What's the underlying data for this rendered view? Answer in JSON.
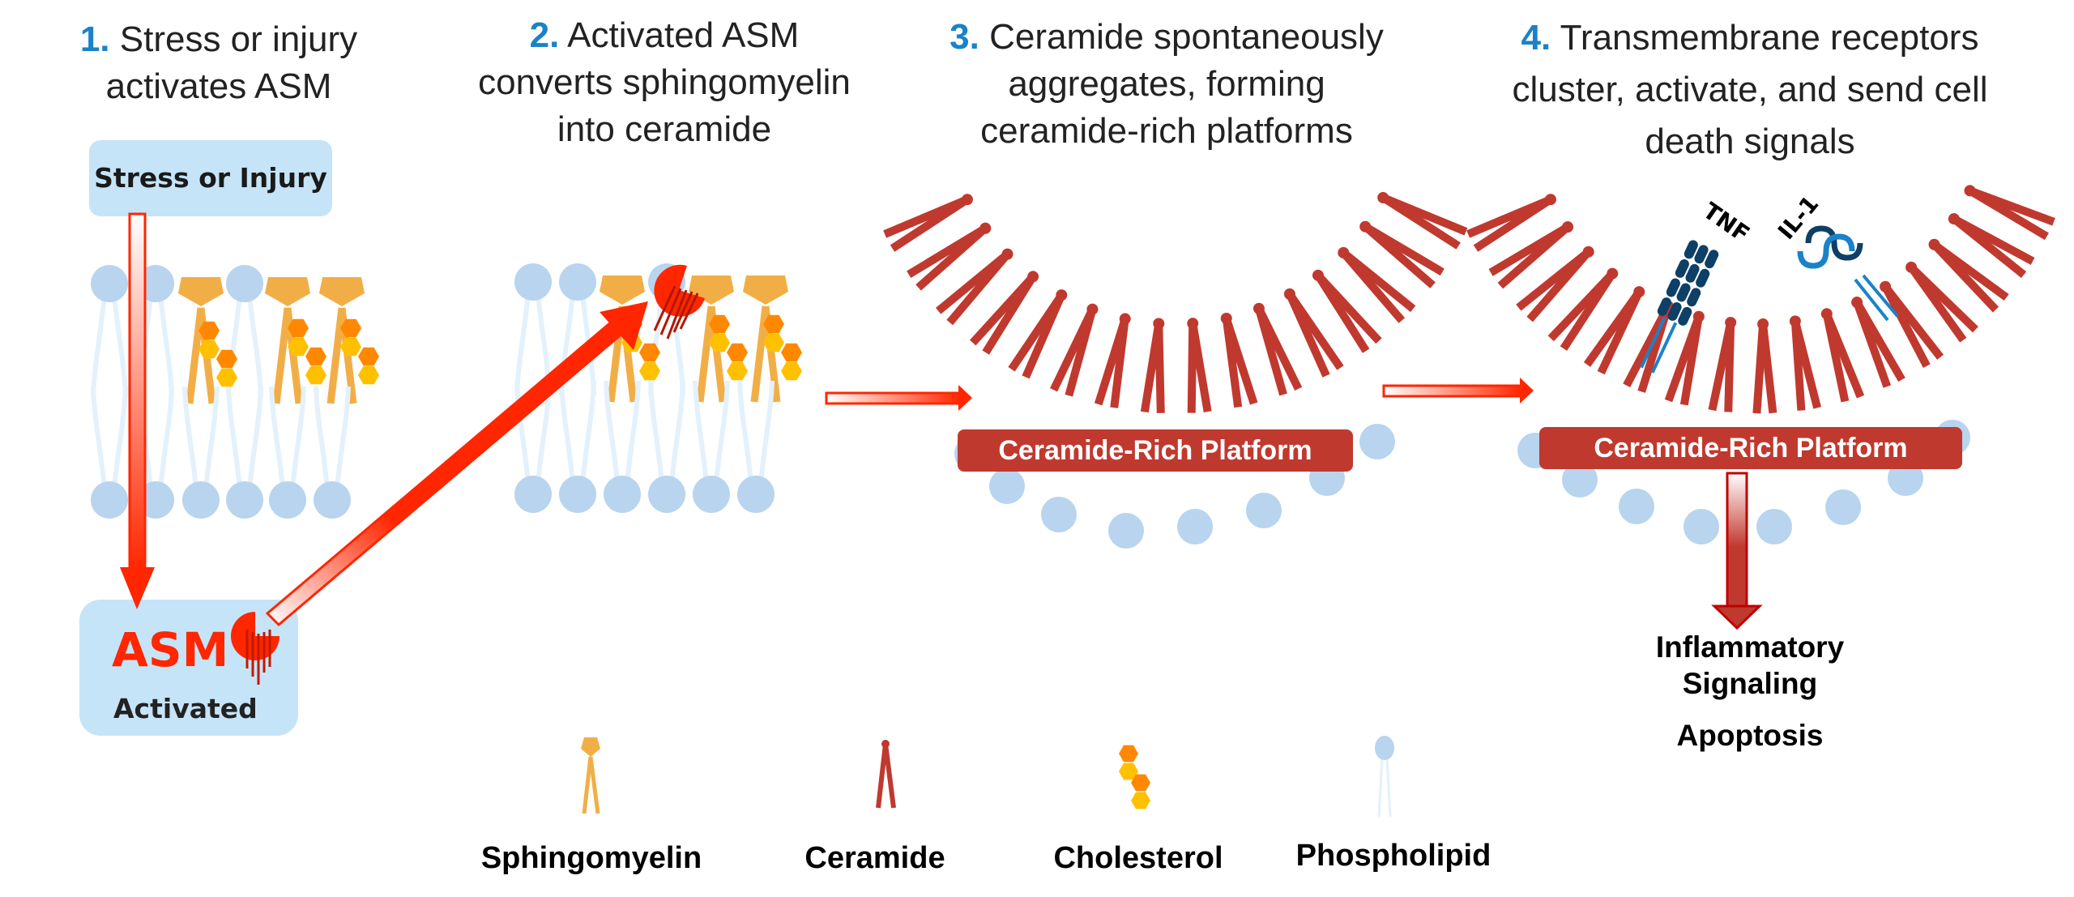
{
  "steps": [
    {
      "num": "1.",
      "text_lines": [
        "Stress or injury",
        "activates ASM"
      ]
    },
    {
      "num": "2.",
      "text_lines": [
        "Activated ASM",
        "converts sphingomyelin",
        "into ceramide"
      ]
    },
    {
      "num": "3.",
      "text_lines": [
        "Ceramide spontaneously",
        "aggregates, forming",
        "ceramide-rich platforms"
      ]
    },
    {
      "num": "4.",
      "text_lines": [
        "Transmembrane receptors",
        "cluster, activate, and send cell",
        "death signals"
      ]
    }
  ],
  "stress_box": {
    "label": "Stress or Injury"
  },
  "asm_box": {
    "title": "ASM",
    "subtitle": "Activated"
  },
  "platform_labels": [
    "Ceramide-Rich Platform",
    "Ceramide-Rich Platform"
  ],
  "receptors": [
    {
      "label": "TNF",
      "color": "#0e3f66"
    },
    {
      "label": "IL-1",
      "color": "#1a82c8"
    }
  ],
  "outcomes": {
    "line1": "Inflammatory",
    "line2": "Signaling",
    "line3": "Apoptosis"
  },
  "legend": [
    {
      "label": "Sphingomyelin",
      "icon": "sphingomyelin-icon"
    },
    {
      "label": "Ceramide",
      "icon": "ceramide-icon"
    },
    {
      "label": "Cholesterol",
      "icon": "cholesterol-icon"
    },
    {
      "label": "Phospholipid",
      "icon": "phospholipid-icon"
    }
  ],
  "colors": {
    "accent_number": "#1a82c8",
    "box_fill": "#c6e4f8",
    "phospholipid_head": "#b8d4ee",
    "phospholipid_tail": "#e3f1fc",
    "sphingomyelin": "#f2ae46",
    "ceramide": "#c0392f",
    "cholesterol_orange": "#ff8800",
    "cholesterol_yellow": "#ffc000",
    "arrow_red": "#ff2600",
    "asm_red": "#ff2600"
  }
}
